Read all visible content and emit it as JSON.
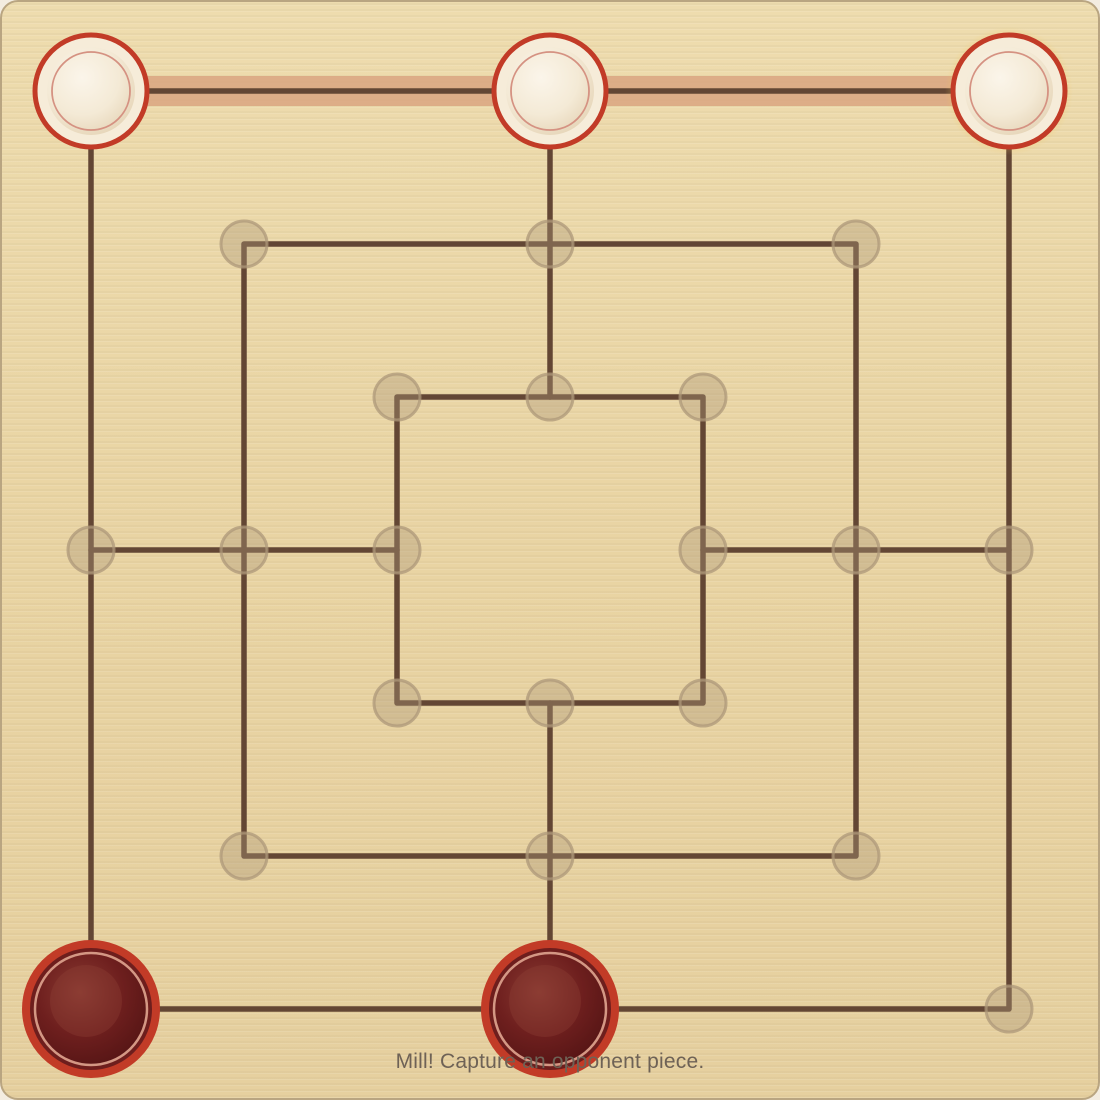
{
  "status": {
    "message": "Mill! Capture an opponent piece."
  },
  "colors": {
    "line": "#634634",
    "mill_highlight": "#d9a580",
    "empty_point": "#ad987a",
    "selection_ring": "#c23b27",
    "white_piece": "#f6ecd9",
    "black_piece": "#6e1e1d",
    "last_move_glow": "#f3c65a"
  },
  "board": {
    "points": [
      {
        "id": "a7",
        "piece": "white",
        "selected": true,
        "in_mill": true
      },
      {
        "id": "d7",
        "piece": "white",
        "selected": true,
        "in_mill": true
      },
      {
        "id": "g7",
        "piece": "white",
        "selected": true,
        "in_mill": true,
        "last_move": true
      },
      {
        "id": "b6",
        "piece": null
      },
      {
        "id": "d6",
        "piece": null
      },
      {
        "id": "f6",
        "piece": null
      },
      {
        "id": "c5",
        "piece": null
      },
      {
        "id": "d5",
        "piece": null
      },
      {
        "id": "e5",
        "piece": null
      },
      {
        "id": "a4",
        "piece": null
      },
      {
        "id": "b4",
        "piece": null
      },
      {
        "id": "c4",
        "piece": null
      },
      {
        "id": "e4",
        "piece": null
      },
      {
        "id": "f4",
        "piece": null
      },
      {
        "id": "g4",
        "piece": null
      },
      {
        "id": "c3",
        "piece": null
      },
      {
        "id": "d3",
        "piece": null
      },
      {
        "id": "e3",
        "piece": null
      },
      {
        "id": "b2",
        "piece": null
      },
      {
        "id": "d2",
        "piece": null
      },
      {
        "id": "f2",
        "piece": null
      },
      {
        "id": "a1",
        "piece": "black",
        "capturable": true
      },
      {
        "id": "d1",
        "piece": "black",
        "capturable": true
      },
      {
        "id": "g1",
        "piece": null
      }
    ],
    "mills": [
      [
        "a7",
        "d7",
        "g7"
      ]
    ]
  }
}
